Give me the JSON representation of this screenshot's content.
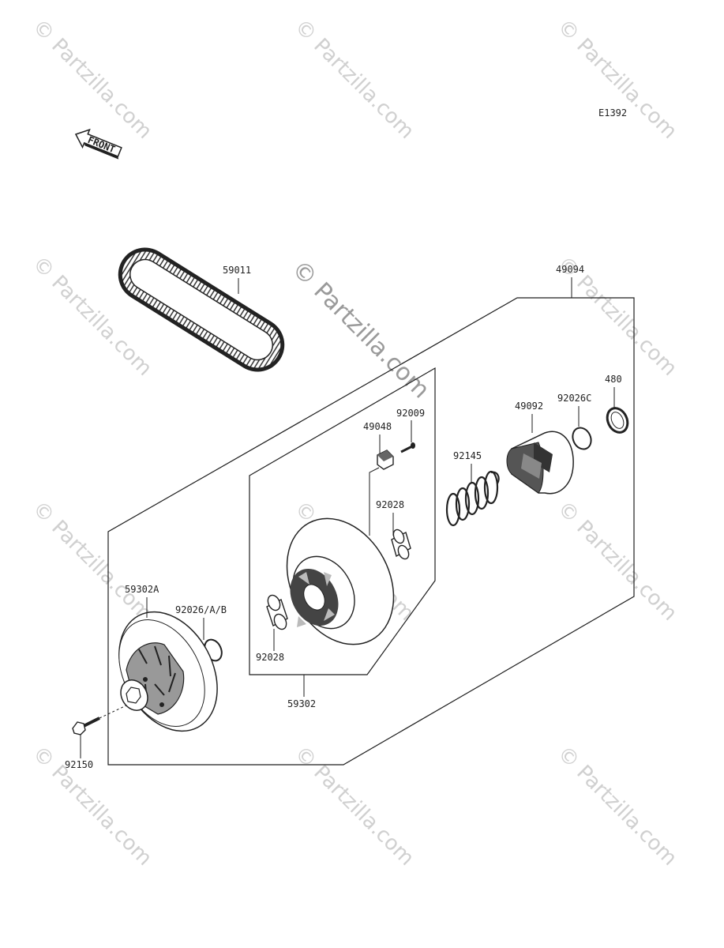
{
  "diagram": {
    "code": "E1392",
    "front_label": "FRONT",
    "watermark": "© Partzilla.com",
    "parts": {
      "belt": "59011",
      "driven_assy": "49094",
      "circlip": "480",
      "washer_c": "92026C",
      "cam": "49092",
      "screw": "92009",
      "block": "49048",
      "spring": "92145",
      "bushing_upper": "92028",
      "bushing_lower": "92028",
      "fixed_sheave": "59302A",
      "oring": "92026/A/B",
      "movable_sheave": "59302",
      "bolt": "92150"
    }
  }
}
